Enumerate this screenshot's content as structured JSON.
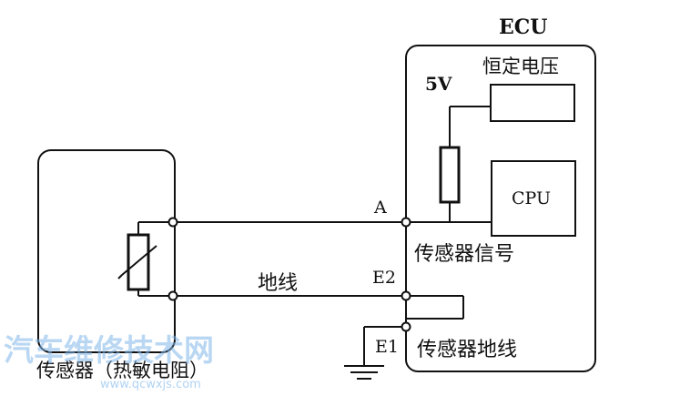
{
  "ecu": {
    "title": "ECU",
    "supply_voltage": "5V",
    "constant_voltage_label": "恒定电压",
    "cpu_label": "CPU",
    "sensor_signal_label": "传感器信号",
    "sensor_ground_label": "传感器地线"
  },
  "terminals": {
    "a": "A",
    "e2": "E2",
    "e1": "E1"
  },
  "wires": {
    "ground_wire_label": "地线"
  },
  "sensor": {
    "caption": "传感器（热敏电阻）"
  },
  "watermark": {
    "text": "汽车维修技术网",
    "url": "www.qcwxjs.com"
  }
}
